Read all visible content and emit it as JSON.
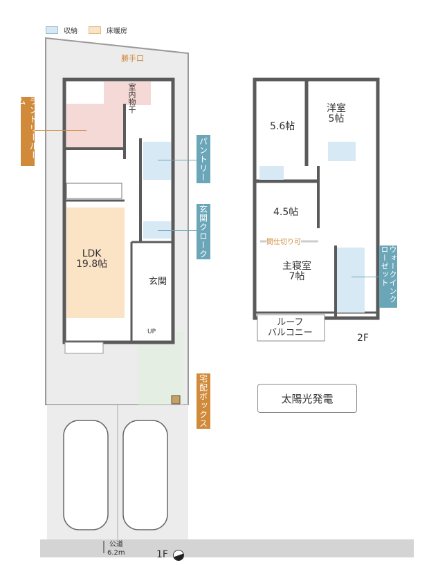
{
  "legend": {
    "storage": "収納",
    "floor_heating": "床暖房"
  },
  "colors": {
    "storage": "#d6e9f4",
    "floor_heating": "#fbe3c6",
    "laundry": "#f5d9d6",
    "orange_label": "#d08a3a",
    "blue_label": "#6aa6b8"
  },
  "floor1": {
    "back_door": "勝手口",
    "drying": "室内物干",
    "ldk": "LDK",
    "ldk_size": "19.8帖",
    "entrance": "玄関",
    "up": "UP",
    "laundry_label": "ランドリールーム",
    "pantry_label": "パントリー",
    "cloak_label": "玄関クローク",
    "delivery_label": "宅配ボックス",
    "road": "公道",
    "road_width": "6.2m",
    "floor": "1F"
  },
  "floor2": {
    "room1": "5.6帖",
    "room2_name": "洋室",
    "room2_size": "5帖",
    "room3": "4.5帖",
    "partition": "間仕切り可",
    "master_name": "主寝室",
    "master_size": "7帖",
    "balcony1": "ルーフ",
    "balcony2": "バルコニー",
    "wic_label": "ウォークインクローゼット",
    "floor": "2F"
  },
  "solar_button": "太陽光発電"
}
